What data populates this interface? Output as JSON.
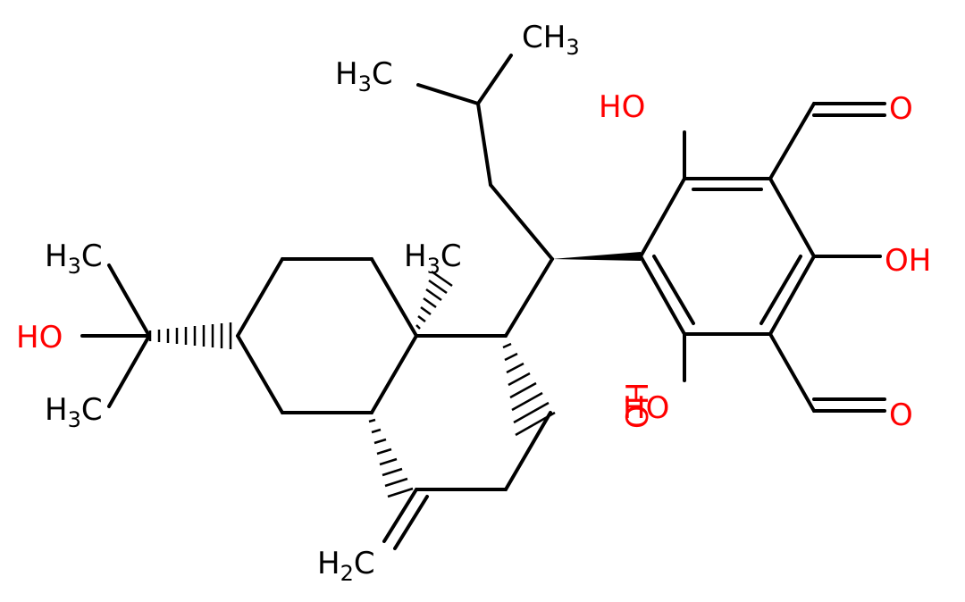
{
  "colors": {
    "bond": "#000000",
    "carbon_label": "#000000",
    "oxygen_label": "#ff0000",
    "background": "#ffffff"
  },
  "atom_labels": {
    "ch3_top_right": {
      "main": "CH",
      "sub": "3"
    },
    "h3c_top_left": {
      "main": "H",
      "sub": "3",
      "tail": "C"
    },
    "ho_top_ring": "HO",
    "o_top_aldehyde": "O",
    "oh_right": "OH",
    "ho_bottom_ring": {
      "line1": "HO",
      "rotated_text": "OH"
    },
    "o_bottom_aldehyde": "O",
    "h3c_ring_junction": {
      "main": "H",
      "sub": "3",
      "tail": "C"
    },
    "h3c_left_top": {
      "main": "H",
      "sub": "3",
      "tail": "C"
    },
    "ho_left": "HO",
    "h3c_left_bottom": {
      "main": "H",
      "sub": "3",
      "tail": "C"
    },
    "h2c_methylene": {
      "main": "H",
      "sub": "2",
      "tail": "C"
    }
  }
}
